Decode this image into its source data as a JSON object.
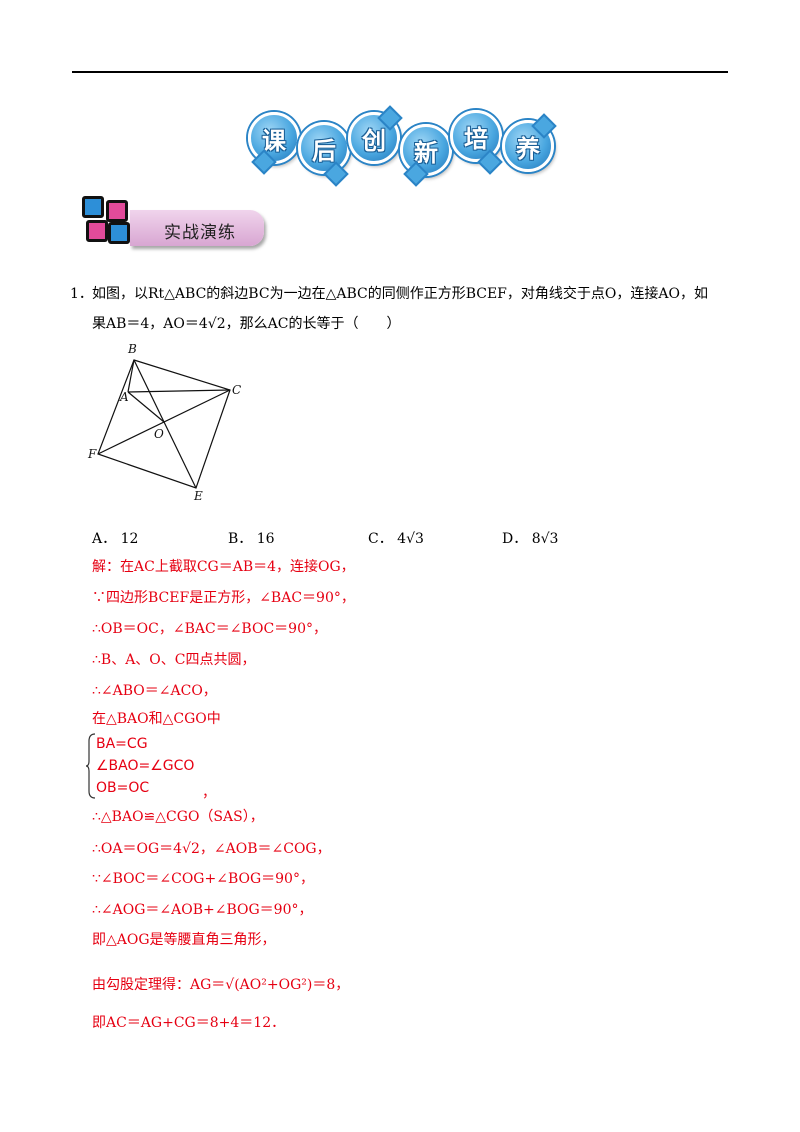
{
  "header": {
    "title_chars": [
      "课",
      "后",
      "创",
      "新",
      "培",
      "养"
    ],
    "accent_color": "#2b84c6"
  },
  "section": {
    "label": "实战演练",
    "icon": "squares-icon",
    "bar_color": "#d8a6d2"
  },
  "question": {
    "number": "1．",
    "line1": "如图，以Rt△ABC的斜边BC为一边在△ABC的同侧作正方形BCEF，对角线交于点O，连接AO，如",
    "line2": "果AB＝4，AO＝4√2，那么AC的长等于（　　）",
    "figure_labels": {
      "B": "B",
      "A": "A",
      "C": "C",
      "O": "O",
      "F": "F",
      "E": "E"
    },
    "choices": [
      {
        "letter": "A．",
        "value": "12"
      },
      {
        "letter": "B．",
        "value": "16"
      },
      {
        "letter": "C．",
        "value": "4√3"
      },
      {
        "letter": "D．",
        "value": "8√3"
      }
    ]
  },
  "solution": {
    "color": "#e60012",
    "lines_before": [
      "解：在AC上截取CG＝AB＝4，连接OG，",
      "∵四边形BCEF是正方形，∠BAC＝90°，",
      "∴OB＝OC，∠BAC＝∠BOC＝90°，",
      "∴B、A、O、C四点共圆，",
      "∴∠ABO＝∠ACO，",
      "在△BAO和△CGO中"
    ],
    "cases": [
      "BA=CG",
      "∠BAO=∠GCO",
      "OB=OC"
    ],
    "cases_comma": "，",
    "lines_after": [
      "∴△BAO≌△CGO（SAS），",
      "∴OA＝OG＝4√2，∠AOB＝∠COG，",
      "∵∠BOC＝∠COG+∠BOG＝90°，",
      "∴∠AOG＝∠AOB+∠BOG＝90°，",
      "即△AOG是等腰直角三角形，",
      "由勾股定理得：AG＝√(AO²+OG²)＝8，",
      "即AC＝AG+CG＝8+4＝12．"
    ]
  }
}
